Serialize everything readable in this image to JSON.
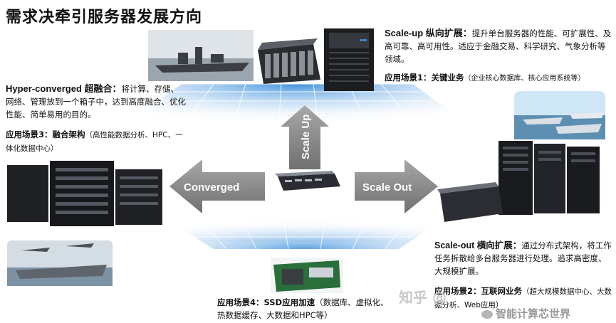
{
  "title": "需求决牵引服务器发展方向",
  "directions": {
    "up": "Scale Up",
    "left": "Converged",
    "right": "Scale Out"
  },
  "scale_up": {
    "heading": "Scale-up 纵向扩展：",
    "text": "提升单台服务器的性能、可扩展性、及高可靠、高可用性。适应于金融交易、科学研究、气象分析等领域。",
    "scene_label": "应用场景1：关键业务",
    "scene_detail": "（企业核心数据库、核心应用系统等）"
  },
  "hyper": {
    "heading": "Hyper-converged 超融合：",
    "text": "将计算、存储、网络、管理放到一个箱子中，达到高度融合、优化性能、简单易用的目的。",
    "scene_label": "应用场景3：融合架构",
    "scene_detail": "（高性能数据分析、HPC、一体化数据中心）"
  },
  "scale_out": {
    "heading": "Scale-out 横向扩展：",
    "text": "通过分布式架构，将工作任务拆散给多台服务器进行处理。追求高密度、大规模扩展。",
    "scene_label": "应用场景2：互联网业务",
    "scene_detail": "（超大规模数据中心、大数据分析、Web应用）"
  },
  "ssd": {
    "scene_label": "应用场景4：SSD应用加速",
    "scene_detail": "（数据库、虚拟化、热数据缓存、大数据和HPC等）"
  },
  "watermarks": {
    "zhihu": "知乎 @",
    "wechat": "智能计算芯世界"
  },
  "colors": {
    "arrow": "#8a8a8a",
    "grid_line": "#4fa8e8",
    "grid_edge": "#dff0fc"
  }
}
